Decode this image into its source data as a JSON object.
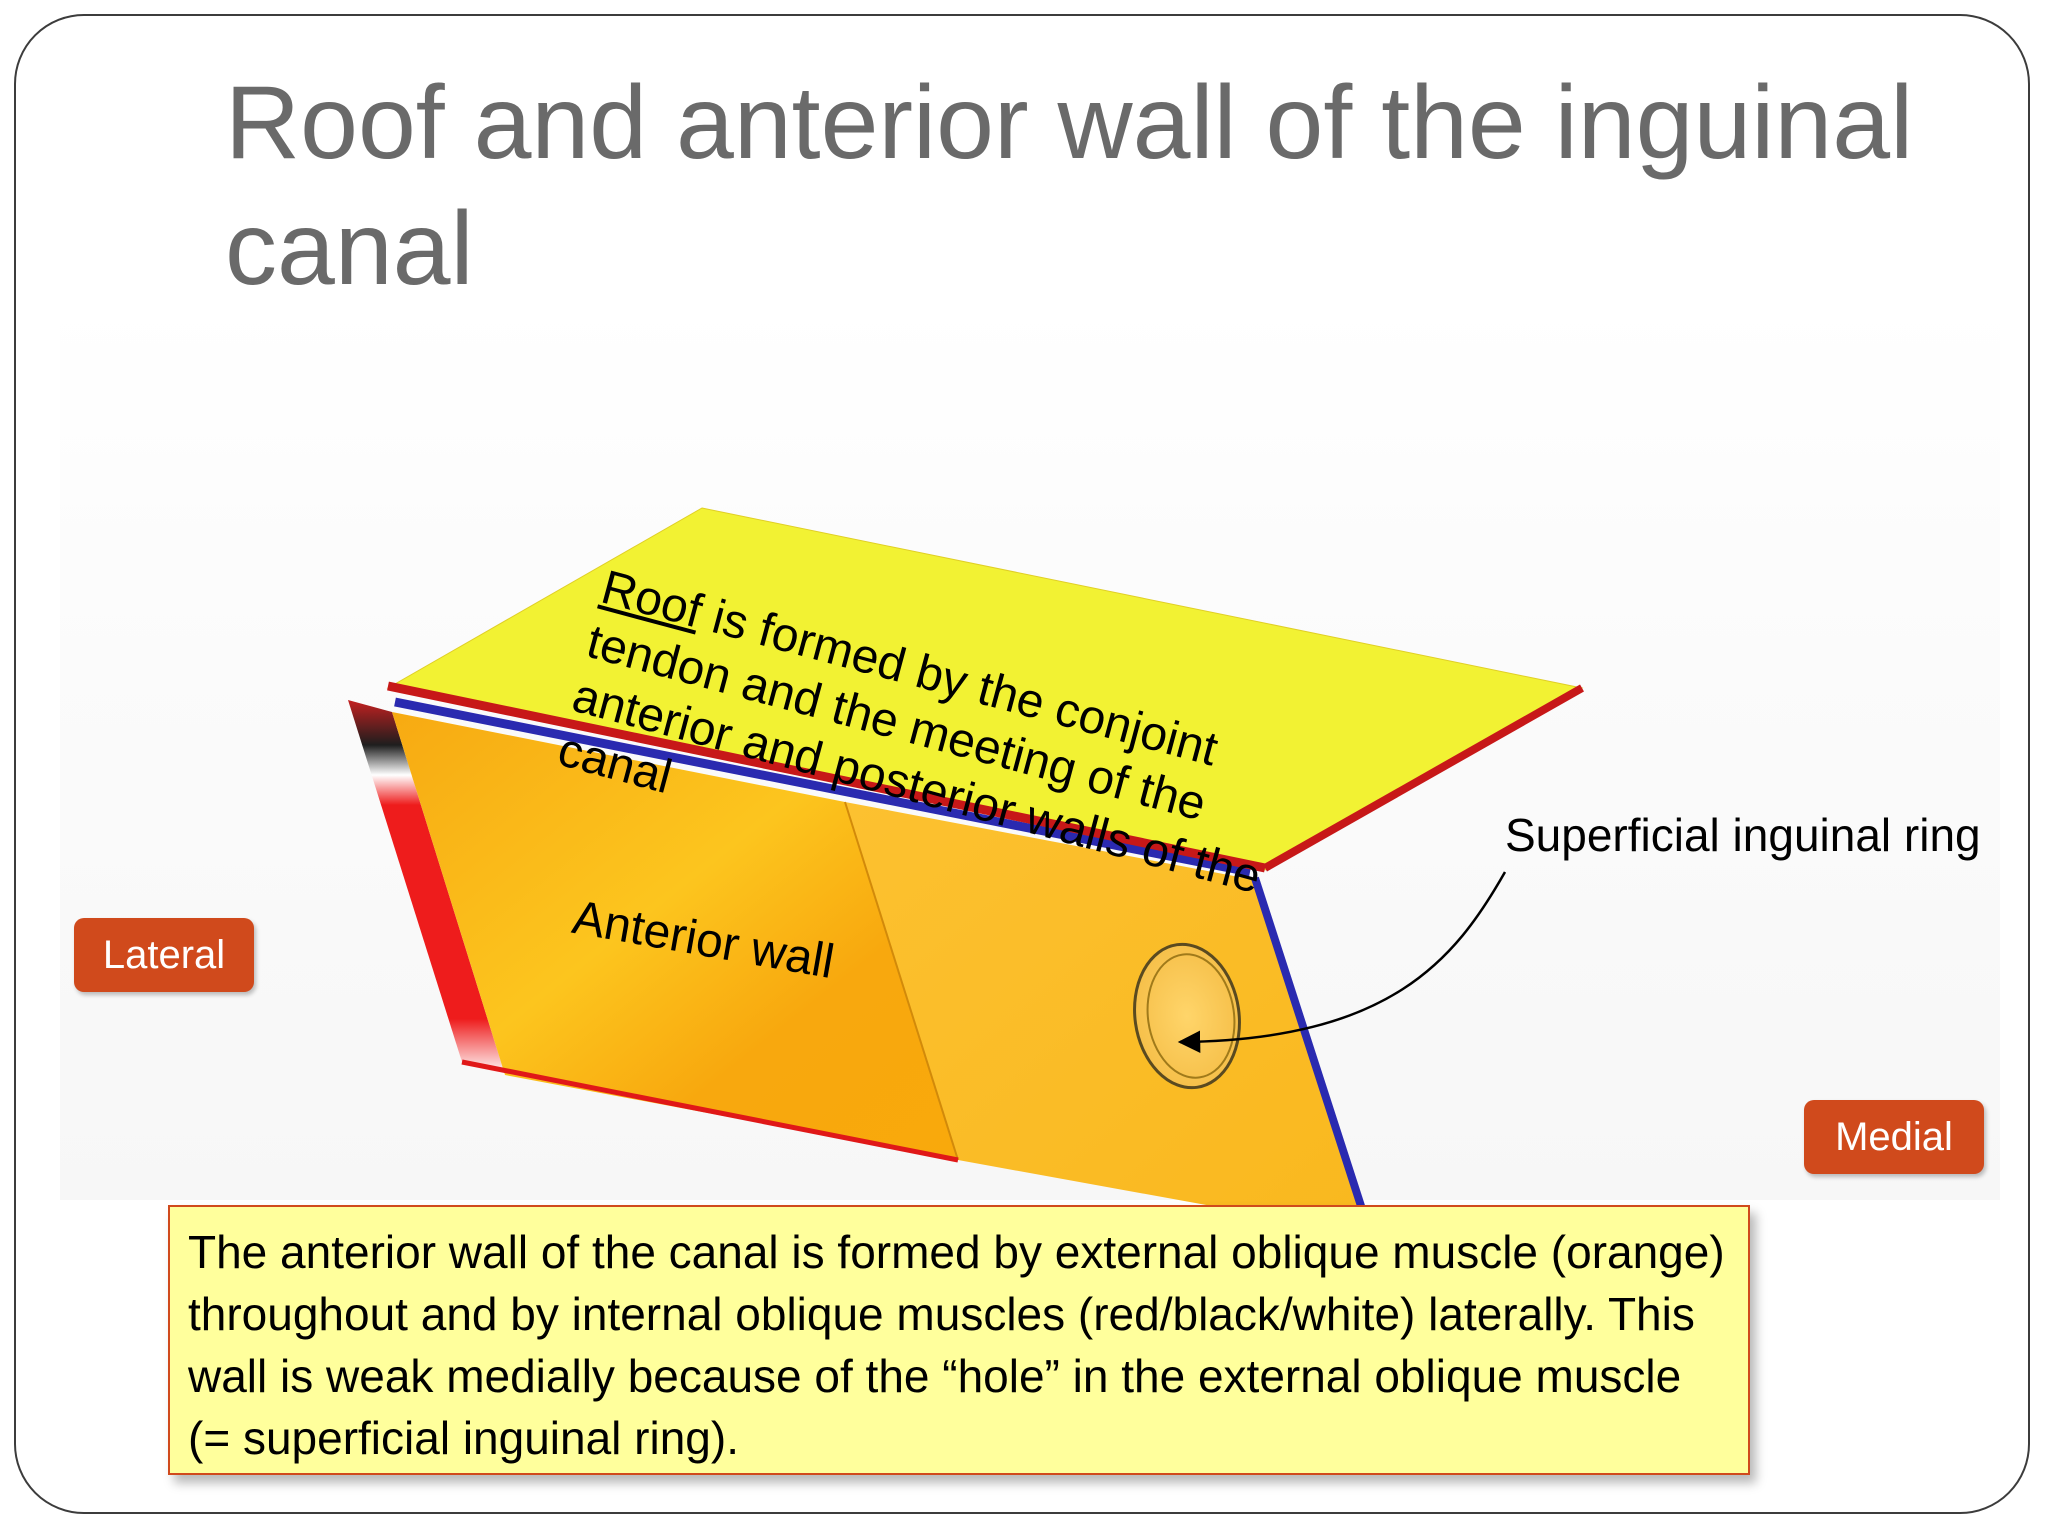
{
  "slide": {
    "title": "Roof and anterior wall of the inguinal canal"
  },
  "diagram": {
    "roof_keyword": "Roof",
    "roof_text": " is formed by the conjoint tendon and the meeting of the anterior and posterior walls of the canal",
    "anterior_wall_label": "Anterior wall",
    "superficial_ring_label": "Superficial inguinal ring",
    "lateral_label": "Lateral",
    "medial_label": "Medial",
    "colors": {
      "roof": "#f2f233",
      "external_oblique": "#f7b722",
      "internal_oblique_edge": "#e31b1b",
      "border_blue": "#2a2ab0",
      "label_box": "#d04a1c",
      "info_box": "#ffff9c"
    }
  },
  "info_box": {
    "text": "The anterior wall of the canal is formed by external oblique muscle (orange) throughout and by internal oblique  muscles (red/black/white) laterally.  This wall is weak medially because of the “hole” in the external oblique muscle (= superficial inguinal ring)."
  }
}
